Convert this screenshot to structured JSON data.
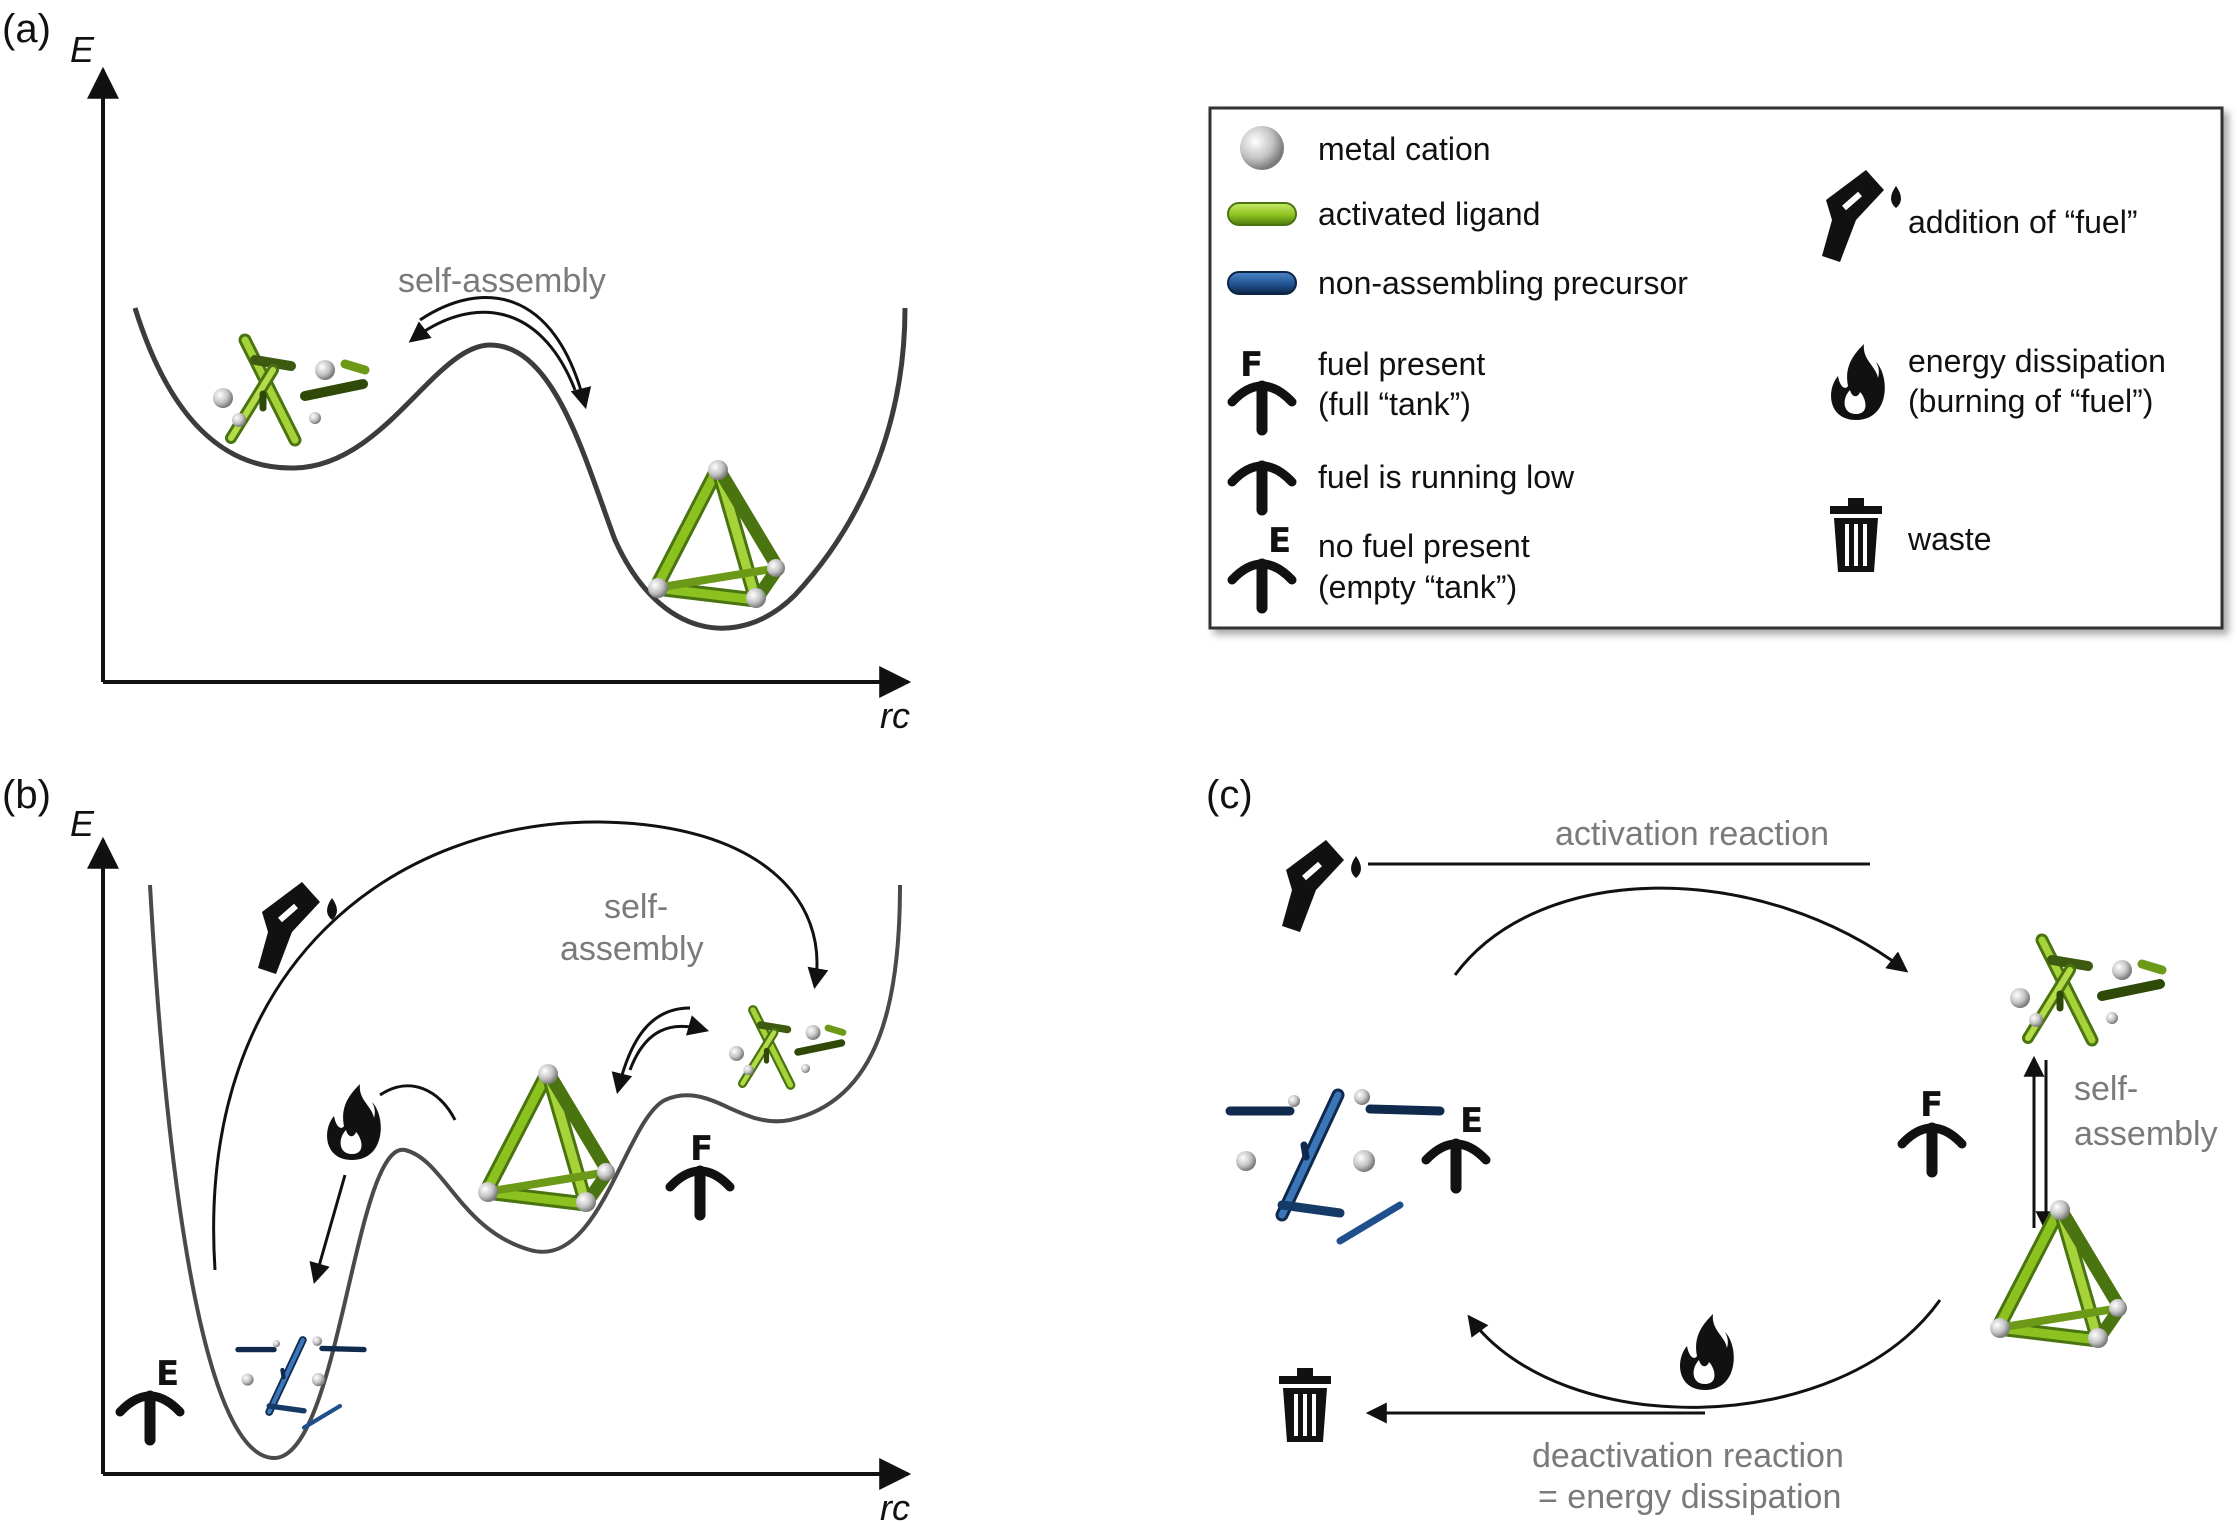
{
  "panels": {
    "a": {
      "label": "(a)",
      "y_axis": "E",
      "x_axis": "rc",
      "arrow_text": "self-assembly"
    },
    "b": {
      "label": "(b)",
      "y_axis": "E",
      "x_axis": "rc",
      "arrow_text_line1": "self-",
      "arrow_text_line2": "assembly"
    },
    "c": {
      "label": "(c)",
      "top_arrow_text": "activation reaction",
      "side_text_line1": "self-",
      "side_text_line2": "assembly",
      "bottom_text_line1": "deactivation reaction",
      "bottom_text_line2": "= energy dissipation"
    }
  },
  "gauge_badges": {
    "full": "F",
    "empty": "E"
  },
  "legend": {
    "metal_cation": "metal cation",
    "activated_ligand": "activated ligand",
    "non_assembling_precursor": "non-assembling precursor",
    "fuel_present_line1": "fuel present",
    "fuel_present_line2": "(full “tank”)",
    "fuel_running_low": "fuel is running low",
    "no_fuel_line1": "no fuel present",
    "no_fuel_line2": "(empty “tank”)",
    "addition_of_fuel": "addition of “fuel”",
    "energy_dissipation_line1": "energy dissipation",
    "energy_dissipation_line2": "(burning of “fuel”)",
    "waste": "waste"
  },
  "colors": {
    "activated_ligand": "#8cc21f",
    "activated_ligand_dark": "#3e5a10",
    "precursor": "#1f4f8c",
    "precursor_dark": "#0f2a4d",
    "metal_cation": "#bfbfbf",
    "curve": "#3c3c3c",
    "annotation_gray": "#7a7a7a"
  }
}
